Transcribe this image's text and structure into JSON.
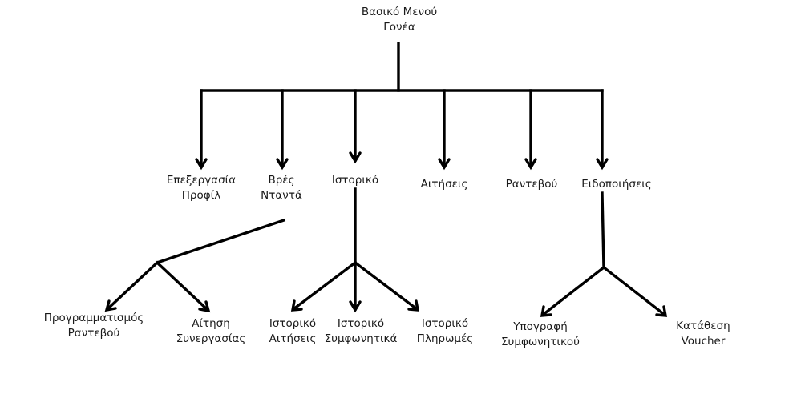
{
  "root": {
    "line1": "Βασικό Μενού",
    "line2": "Γονέα"
  },
  "menu": {
    "profile": {
      "line1": "Επεξεργασία",
      "line2": "Προφίλ"
    },
    "find_nanny": {
      "line1": "Βρές",
      "line2": "Νταντά"
    },
    "history": {
      "line1": "Ιστορικό"
    },
    "requests": {
      "line1": "Αιτήσεις"
    },
    "appointments": {
      "line1": "Ραντεβού"
    },
    "notifications": {
      "line1": "Ειδοποιήσεις"
    }
  },
  "sub": {
    "schedule_appointment": {
      "line1": "Προγραμματισμός",
      "line2": "Ραντεβού"
    },
    "collaboration_request": {
      "line1": "Αίτηση",
      "line2": "Συνεργασίας"
    },
    "history_requests": {
      "line1": "Ιστορικό",
      "line2": "Αιτήσεις"
    },
    "history_contracts": {
      "line1": "Ιστορικό",
      "line2": "Συμφωνητικά"
    },
    "history_payments": {
      "line1": "Ιστορικό",
      "line2": "Πληρωμές"
    },
    "sign_contract": {
      "line1": "Υπογραφή",
      "line2": "Συμφωνητικού"
    },
    "voucher_deposit": {
      "line1": "Κατάθεση",
      "line2": "Voucher"
    }
  }
}
